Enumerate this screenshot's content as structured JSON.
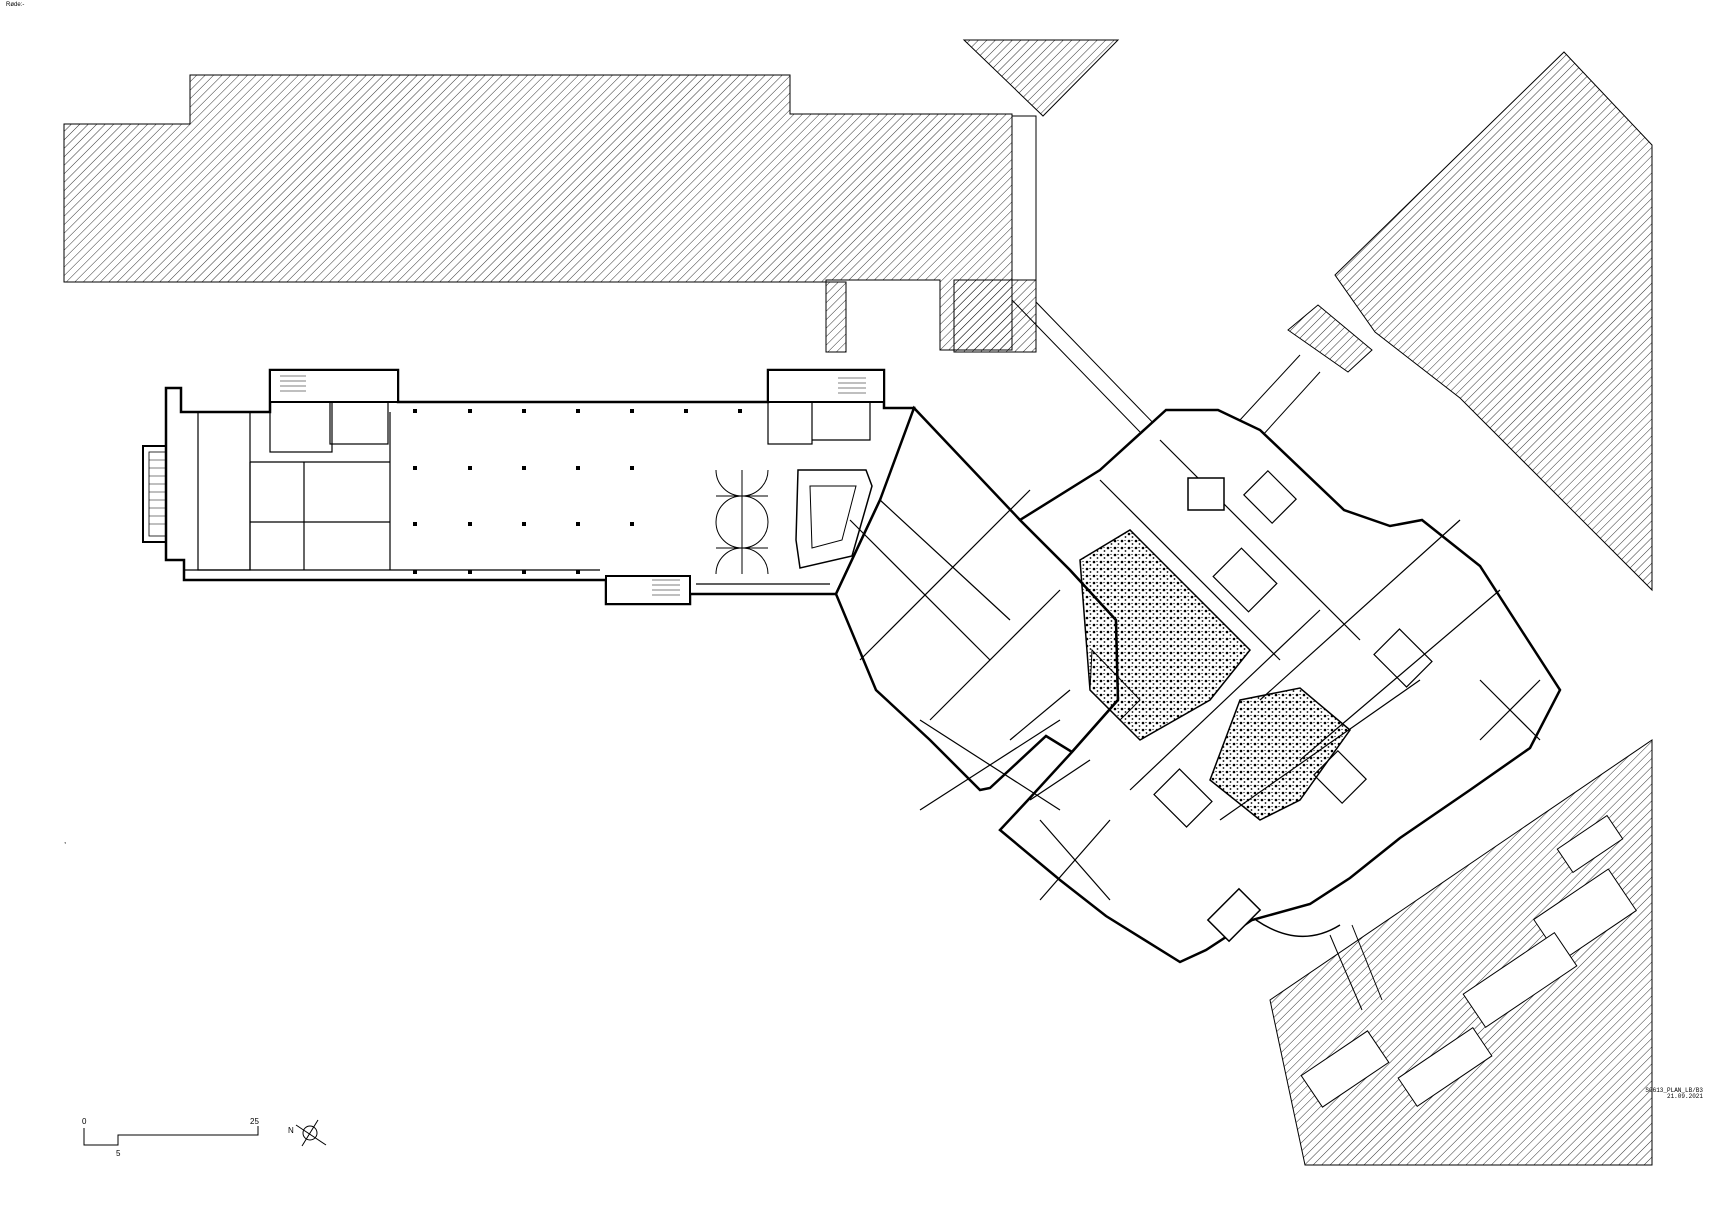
{
  "sheet": {
    "header_mark": "Røde:-",
    "drawing_code": "S0613_PLAN_LB/B3",
    "drawing_date": "21.09.2021"
  },
  "scale_bar": {
    "start": "0",
    "mid": "5",
    "end": "25"
  },
  "north_arrow": {
    "label": "N"
  },
  "margin_mark": ","
}
